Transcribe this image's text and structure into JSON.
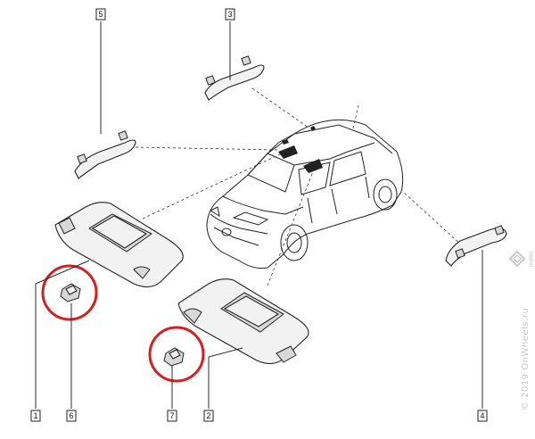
{
  "callouts": [
    {
      "id": "c1",
      "label": "1"
    },
    {
      "id": "c2",
      "label": "2"
    },
    {
      "id": "c3",
      "label": "3"
    },
    {
      "id": "c4",
      "label": "4"
    },
    {
      "id": "c5",
      "label": "5"
    },
    {
      "id": "c6",
      "label": "6"
    },
    {
      "id": "c7",
      "label": "7"
    }
  ],
  "watermark": {
    "text": "© 2019 OnWheels.ru"
  },
  "brand": {
    "text": "RENAULT"
  },
  "colors": {
    "highlight": "#d42020",
    "line": "#2b2b2b",
    "part_fill": "#f2f2f2"
  }
}
